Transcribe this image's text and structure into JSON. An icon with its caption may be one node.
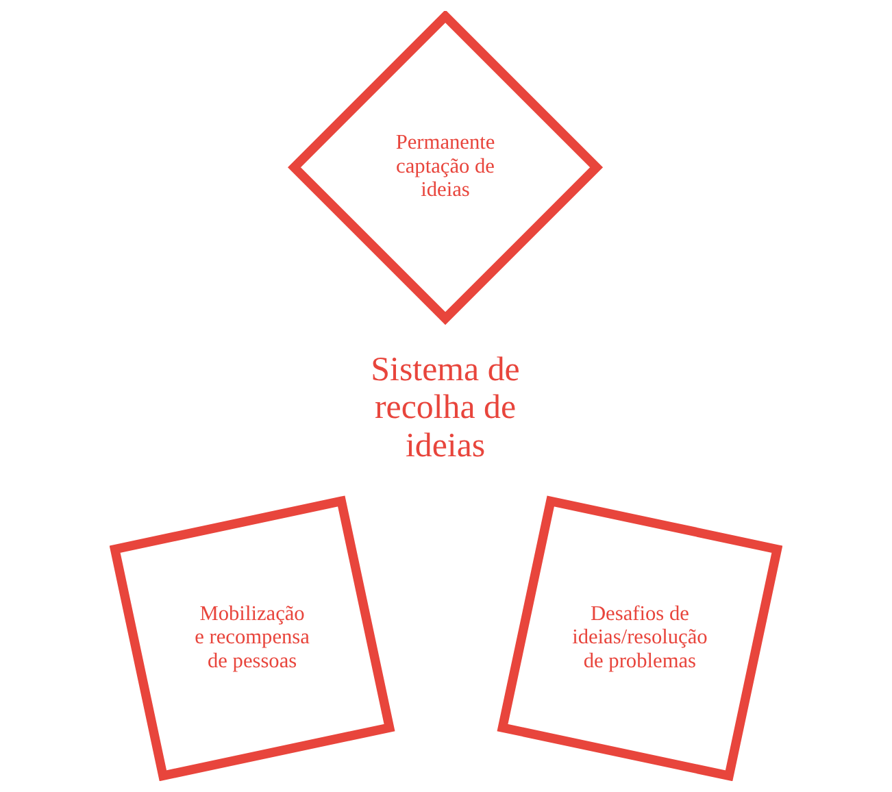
{
  "diagram": {
    "nodes": [
      {
        "text": [
          "Permanente captação de ideias"
        ]
      },
      {
        "text": [
          "Mobilização e recompensa de pessoas"
        ]
      },
      {
        "text": [
          "Desafios de ideias/resolução de problemas"
        ]
      }
    ],
    "labels": [
      "Sistema de recolha de ideias"
    ]
  }
}
